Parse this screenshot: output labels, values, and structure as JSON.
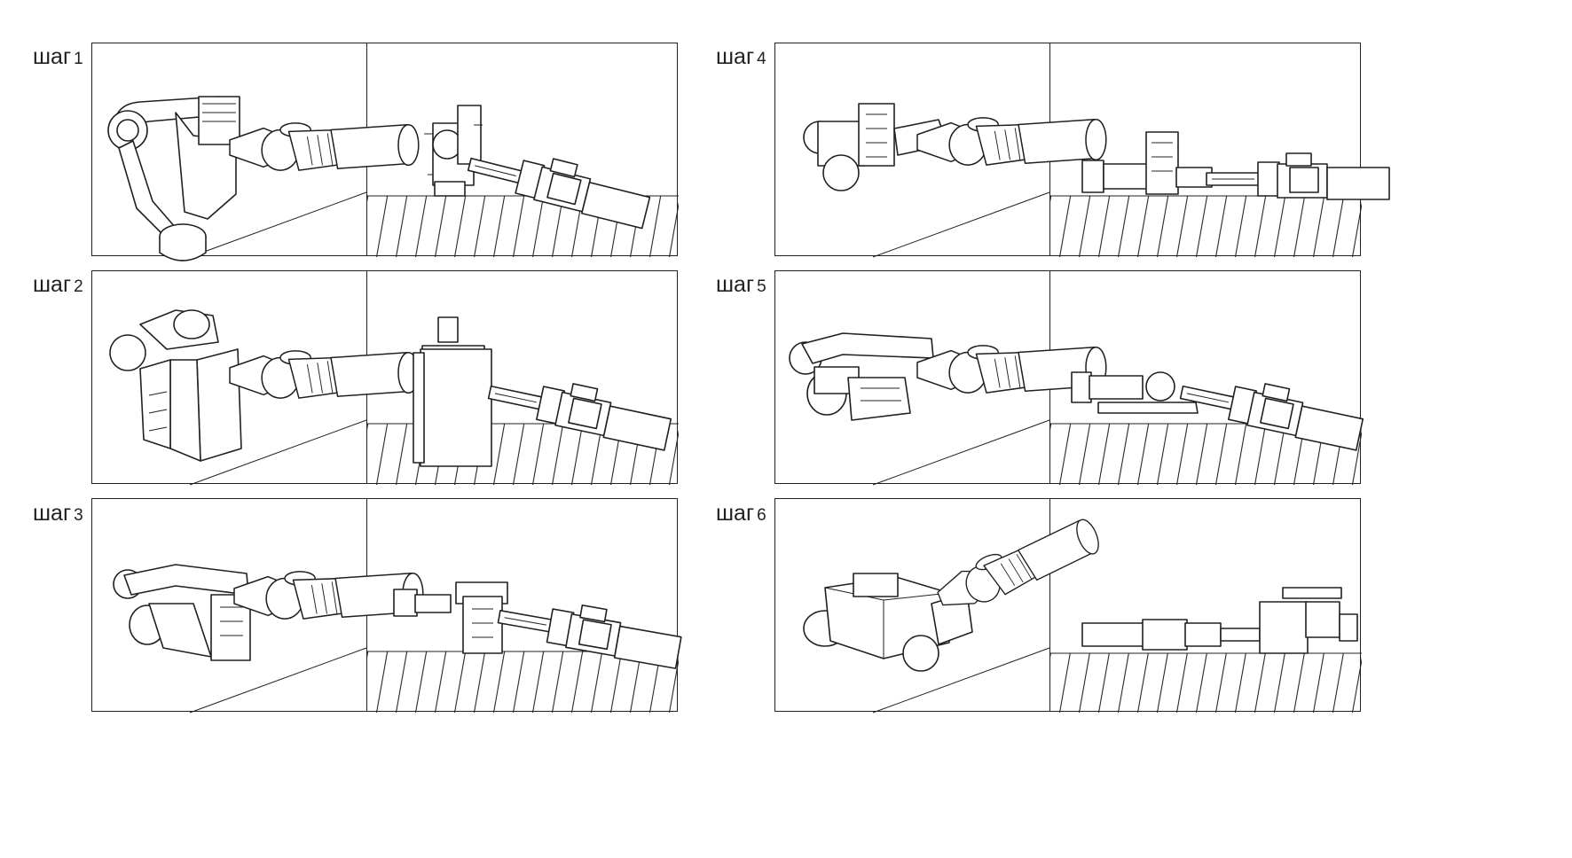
{
  "steps": [
    {
      "word": "шаг",
      "number": "1"
    },
    {
      "word": "шаг",
      "number": "2"
    },
    {
      "word": "шаг",
      "number": "3"
    },
    {
      "word": "шаг",
      "number": "4"
    },
    {
      "word": "шаг",
      "number": "5"
    },
    {
      "word": "шаг",
      "number": "6"
    }
  ]
}
